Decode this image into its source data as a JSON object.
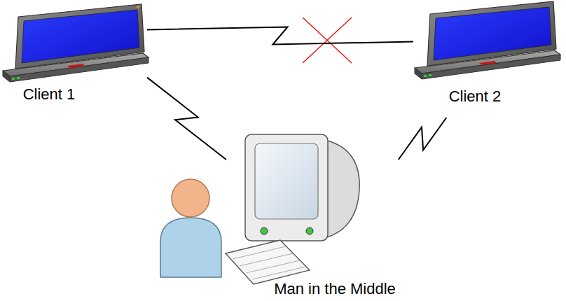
{
  "diagram": {
    "nodes": [
      {
        "text": [
          "Client 1"
        ]
      },
      {
        "text": [
          "Client 2"
        ]
      },
      {
        "text": [
          "Man in the Middle"
        ]
      }
    ],
    "edges": [
      {
        "from": 0,
        "to": 1,
        "arrow": "none"
      },
      {
        "from": 0,
        "to": 2,
        "arrow": "none"
      },
      {
        "from": 2,
        "to": 1,
        "arrow": "none"
      }
    ]
  }
}
